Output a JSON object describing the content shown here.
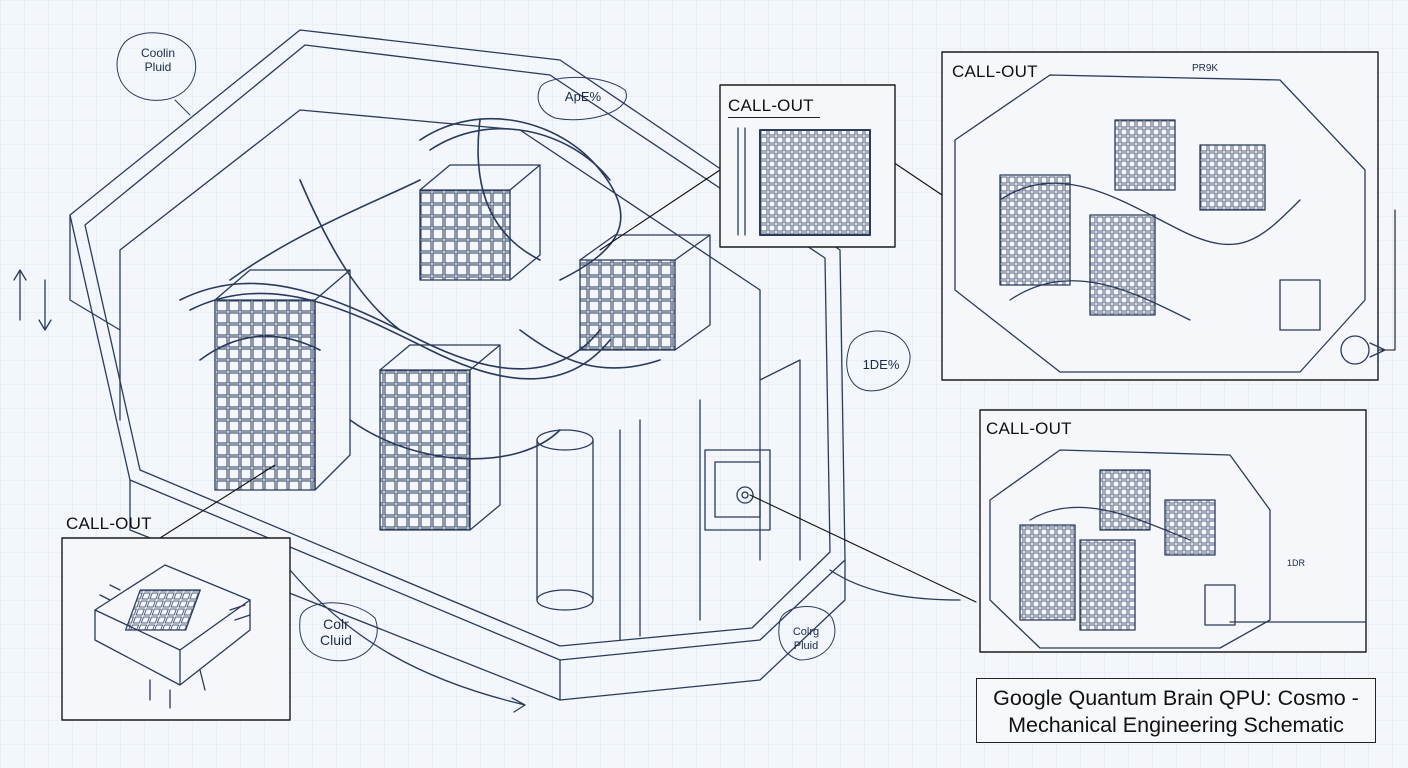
{
  "title": {
    "line1": "Google Quantum Brain QPU: Cosmo -",
    "line2": "Mechanical Engineering Schematic"
  },
  "callouts": [
    {
      "label": "CALL-OUT"
    },
    {
      "label": "CALL-OUT"
    },
    {
      "label": "CALL-OUT"
    },
    {
      "label": "CALL-OUT"
    }
  ],
  "bubbles": {
    "top_left": "Coolin Pluid",
    "top_center": "ApE%",
    "right": "1DE%",
    "bottom_left": "Colr Cluid",
    "bottom_center": "Colrg Pluid",
    "callout_top_right_tag": "PR9K",
    "callout_mid_right_tag": "1DR"
  },
  "colors": {
    "ink": "#2a3a5c",
    "paper": "#f3f6fa",
    "grid": "#dde5ee"
  }
}
